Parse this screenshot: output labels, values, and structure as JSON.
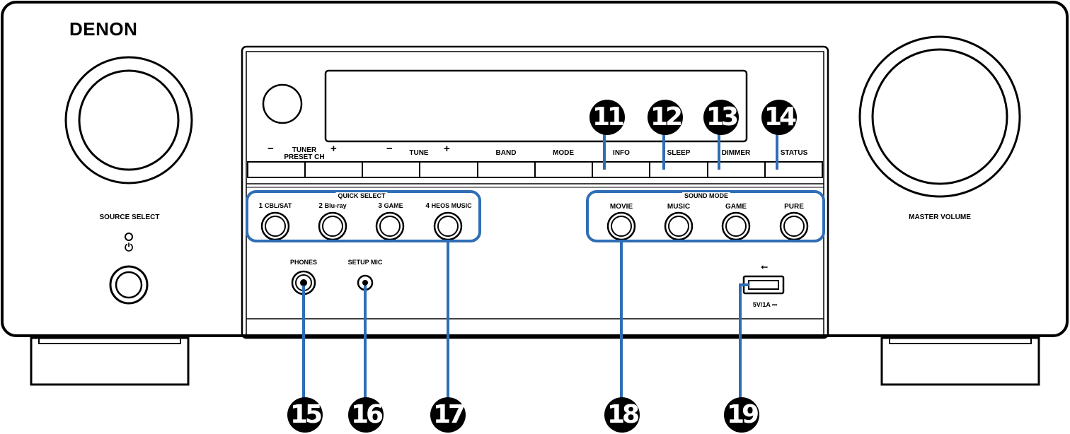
{
  "brand": "DENON",
  "labels": {
    "source_select": "SOURCE SELECT",
    "master_volume": "MASTER VOLUME",
    "tuner_preset_line1": "TUNER",
    "tuner_preset_line2": "PRESET CH",
    "minus": "−",
    "plus": "+",
    "tune": "TUNE",
    "band": "BAND",
    "mode": "MODE",
    "info": "INFO",
    "sleep": "SLEEP",
    "dimmer": "DIMMER",
    "status": "STATUS",
    "power_symbol": "⏻",
    "phones": "PHONES",
    "setup_mic": "SETUP MIC",
    "usb_symbol": "⭠",
    "usb_rating": "5V/1A ⎓"
  },
  "quick_select": {
    "title": "QUICK SELECT",
    "buttons": [
      {
        "num": "1",
        "label": "CBL/SAT"
      },
      {
        "num": "2",
        "label": "Blu-ray"
      },
      {
        "num": "3",
        "label": "GAME"
      },
      {
        "num": "4",
        "label": "HEOS MUSIC"
      }
    ]
  },
  "sound_mode": {
    "title": "SOUND MODE",
    "buttons": [
      "MOVIE",
      "MUSIC",
      "GAME",
      "PURE"
    ]
  },
  "callouts": [
    "11",
    "12",
    "13",
    "14",
    "15",
    "16",
    "17",
    "18",
    "19"
  ],
  "colors": {
    "outline": "#000000",
    "highlight": "#2f6eb5",
    "callout_fill": "#000000",
    "callout_text": "#ffffff"
  }
}
